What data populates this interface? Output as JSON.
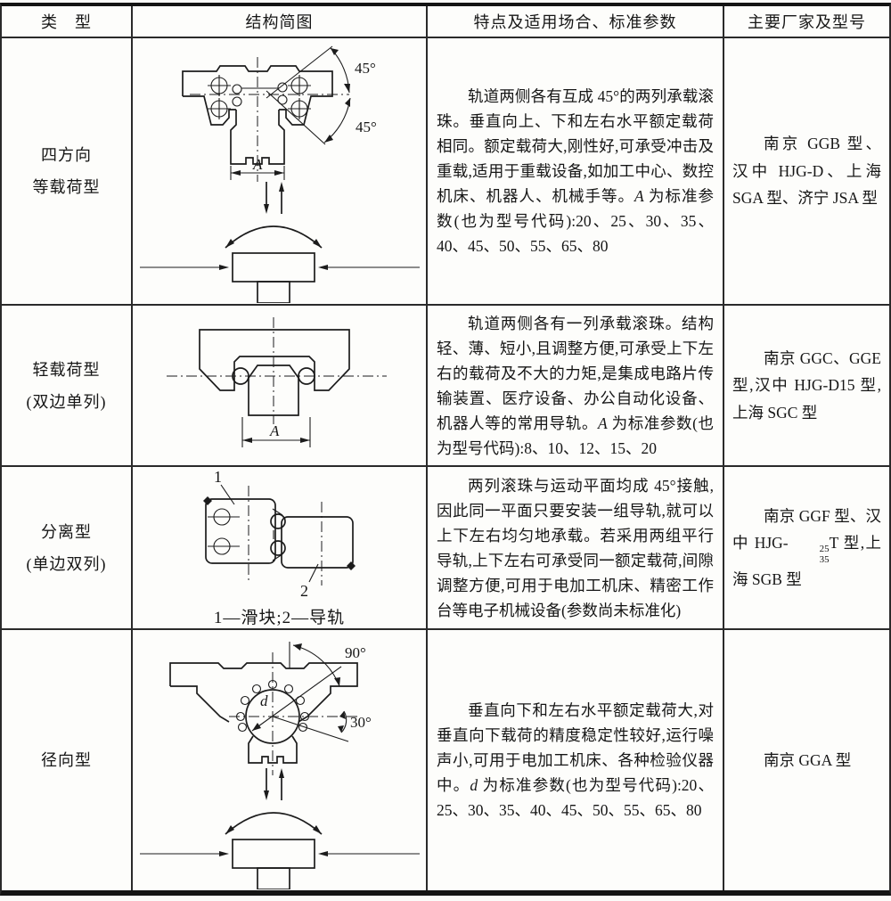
{
  "table": {
    "headers": [
      "类　型",
      "结构简图",
      "特点及适用场合、标准参数",
      "主要厂家及型号"
    ],
    "rows": [
      {
        "type_line1": "四方向",
        "type_line2": "等载荷型",
        "features_pre": "轨道两侧各有互成 45°的两列承载滚珠。垂直向上、下和左右水平额定载荷相同。额定载荷大,刚性好,可承受冲击及重载,适用于重载设备,如加工中心、数控机床、机器人、机械手等。",
        "features_var": "A",
        "features_post": " 为标准参数(也为型号代码):20、25、30、35、40、45、50、55、65、80",
        "makers": "南京 GGB 型、汉中 HJG-D、上海 SGA 型、济宁 JSA 型",
        "diagram": {
          "angle_top": "45°",
          "angle_bottom": "45°",
          "dim_label": "A"
        }
      },
      {
        "type_line1": "轻载荷型",
        "type_line2": "(双边单列)",
        "features_pre": "轨道两侧各有一列承载滚珠。结构轻、薄、短小,且调整方便,可承受上下左右的载荷及不大的力矩,是集成电路片传输装置、医疗设备、办公自动化设备、机器人等的常用导轨。",
        "features_var": "A",
        "features_post": " 为标准参数(也为型号代码):8、10、12、15、20",
        "makers": "南京 GGC、GGE 型,汉中 HJG-D15 型,上海 SGC 型",
        "diagram": {
          "dim_label": "A"
        }
      },
      {
        "type_line1": "分离型",
        "type_line2": "(单边双列)",
        "features_pre": "两列滚珠与运动平面均成 45°接触,因此同一平面只要安装一组导轨,就可以上下左右均匀地承载。若采用两组平行导轨,上下左右可承受同一额定载荷,间隙调整方便,可用于电加工机床、精密工作台等电子机械设备(参数尚未标准化)",
        "makers_pre": "南京 GGF 型、汉中 HJG-",
        "makers_stack_top": "25",
        "makers_stack_bottom": "35",
        "makers_post": "T 型,上海 SGB 型",
        "diagram": {
          "label_1": "1",
          "label_2": "2",
          "caption": "1—滑块;2—导轨"
        }
      },
      {
        "type_line1": "径向型",
        "features_pre": "垂直向下和左右水平额定载荷大,对垂直向下载荷的精度稳定性较好,运行噪声小,可用于电加工机床、各种检验仪器中。",
        "features_var": "d",
        "features_post": " 为标准参数(也为型号代码):20、25、30、35、40、45、50、55、65、80",
        "makers": "南京 GGA 型",
        "diagram": {
          "angle_top": "90°",
          "angle_bottom": "30°",
          "dim_label": "d"
        }
      }
    ]
  }
}
